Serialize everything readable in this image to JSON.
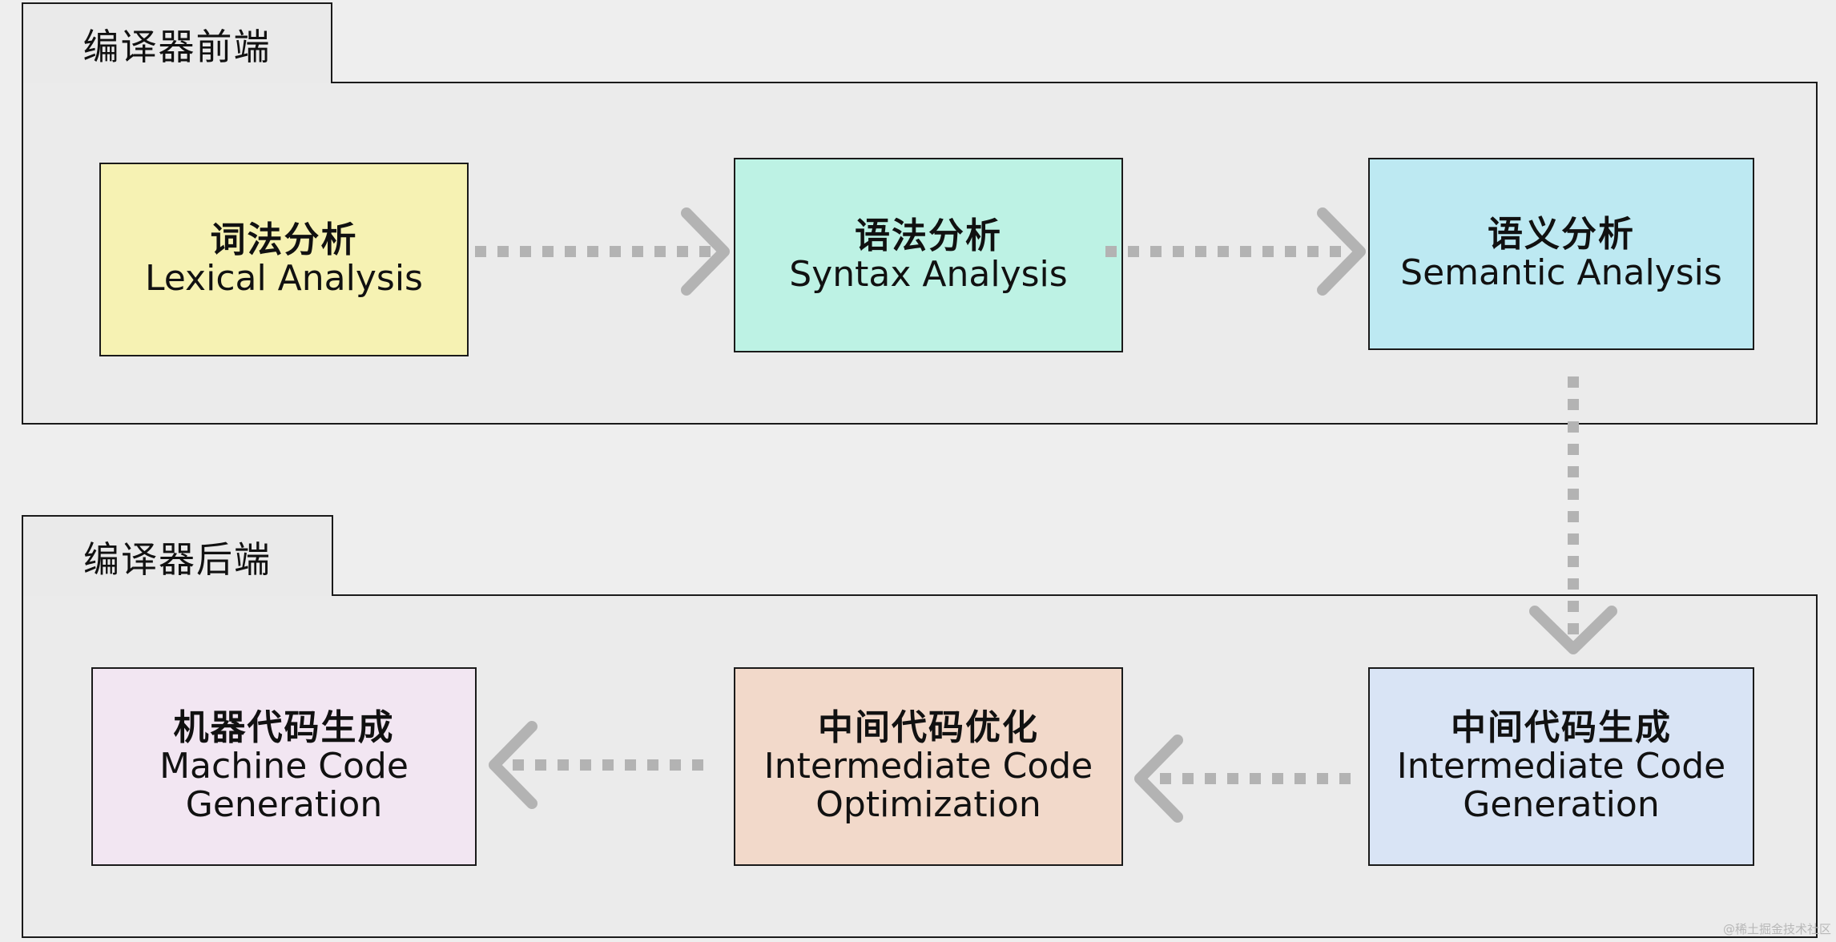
{
  "frontend": {
    "title": "编译器前端",
    "stages": [
      {
        "zh": "词法分析",
        "en": "Lexical Analysis"
      },
      {
        "zh": "语法分析",
        "en": "Syntax Analysis"
      },
      {
        "zh": "语义分析",
        "en": "Semantic Analysis"
      }
    ]
  },
  "backend": {
    "title": "编译器后端",
    "stages": [
      {
        "zh": "中间代码生成",
        "en": "Intermediate Code\nGeneration"
      },
      {
        "zh": "中间代码优化",
        "en": "Intermediate Code\nOptimization"
      },
      {
        "zh": "机器代码生成",
        "en": "Machine Code\nGeneration"
      }
    ]
  },
  "watermark": "@稀土掘金技术社区",
  "colors": {
    "lexical": "#f6f2b3",
    "syntax": "#bdf2e4",
    "semantic": "#bde9f2",
    "intermediate_generation": "#d9e4f5",
    "intermediate_optimization": "#f2d9ca",
    "machine_code_generation": "#f2e6f2",
    "arrow": "#b3b3b3",
    "panel": "#ebebeb"
  }
}
